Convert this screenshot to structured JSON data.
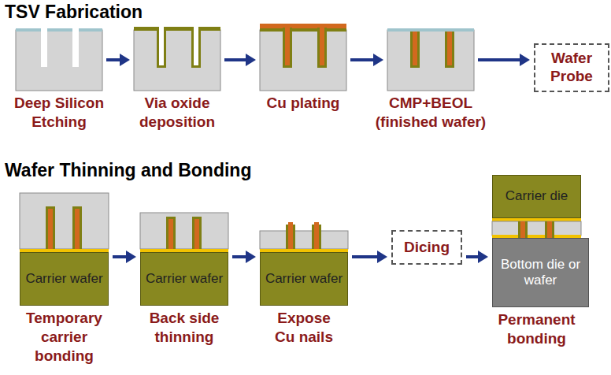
{
  "diagram": {
    "title": "TSV Fabrication",
    "nodes": [
      {
        "text": [
          "Deep Silicon Etching"
        ]
      },
      {
        "text": [
          "Via oxide deposition"
        ]
      },
      {
        "text": [
          "Cu plating"
        ]
      },
      {
        "text": [
          "CMP+BEOL (finished wafer)"
        ]
      },
      {
        "text": [
          "Wafer Probe"
        ]
      },
      {
        "text": [
          "Temporary carrier bonding"
        ]
      },
      {
        "text": [
          "Carrier wafer"
        ],
        "in": 5
      },
      {
        "text": [
          "Back side thinning"
        ]
      },
      {
        "text": [
          "Carrier wafer"
        ],
        "in": 7
      },
      {
        "text": [
          "Expose Cu nails"
        ]
      },
      {
        "text": [
          "Carrier wafer"
        ],
        "in": 9
      },
      {
        "text": [
          "Dicing"
        ]
      },
      {
        "text": [
          "Permanent bonding"
        ]
      },
      {
        "text": [
          "Carrier die"
        ],
        "in": 12
      },
      {
        "text": [
          "Bottom die or wafer"
        ],
        "in": 12
      }
    ],
    "edges": [
      {
        "from": 0,
        "to": 1,
        "arrow": "to"
      },
      {
        "from": 1,
        "to": 2,
        "arrow": "to"
      },
      {
        "from": 2,
        "to": 3,
        "arrow": "to"
      },
      {
        "from": 3,
        "to": 4,
        "arrow": "to"
      },
      {
        "from": 5,
        "to": 7,
        "arrow": "to"
      },
      {
        "from": 7,
        "to": 9,
        "arrow": "to"
      },
      {
        "from": 9,
        "to": 11,
        "arrow": "to"
      },
      {
        "from": 11,
        "to": 12,
        "arrow": "to"
      }
    ],
    "labels": [
      "Wafer Thinning and Bonding"
    ]
  }
}
